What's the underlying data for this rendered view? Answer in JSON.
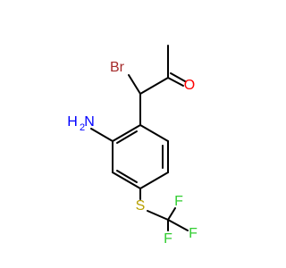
{
  "molecule": {
    "atoms": {
      "br": {
        "text": "Br",
        "color": "#a52a2a"
      },
      "o": {
        "text": "O",
        "color": "#ff0000"
      },
      "nh2": {
        "text": "H2N",
        "display_h": "H",
        "display_n": "N",
        "color": "#0000ff"
      },
      "s": {
        "text": "S",
        "color": "#b8a000"
      },
      "f1": {
        "text": "F",
        "color": "#32cd32"
      },
      "f2": {
        "text": "F",
        "color": "#32cd32"
      },
      "f3": {
        "text": "F",
        "color": "#32cd32"
      }
    }
  }
}
